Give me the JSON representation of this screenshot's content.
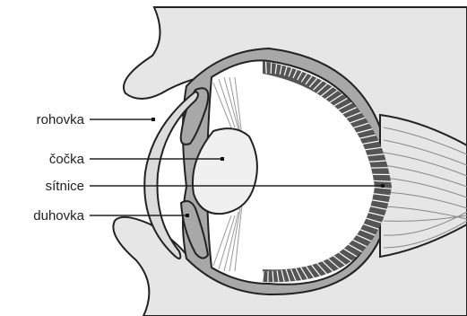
{
  "labels": {
    "cornea": "rohovka",
    "lens": "čočka",
    "retina": "sítnice",
    "iris": "duhovka"
  },
  "colors": {
    "background": "#e6e6e6",
    "sclera": "#a8a8a8",
    "retina_band": "#555555",
    "lens": "#f0f0f0",
    "outline": "#222222"
  }
}
